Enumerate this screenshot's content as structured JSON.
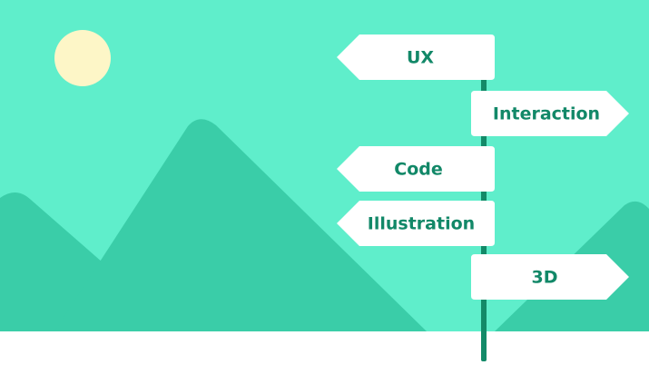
{
  "colors": {
    "sky": "#5FEECB",
    "mountain": "#3ACDA8",
    "sun": "#FDF6C7",
    "ground": "#FFFFFF",
    "pole": "#138A68",
    "sign_fill": "#FFFFFF",
    "sign_text": "#128868"
  },
  "icons": {
    "sun": "sun-icon"
  },
  "signs": [
    {
      "label": "UX"
    },
    {
      "label": "Interaction"
    },
    {
      "label": "Code"
    },
    {
      "label": "Illustration"
    },
    {
      "label": "3D"
    }
  ]
}
